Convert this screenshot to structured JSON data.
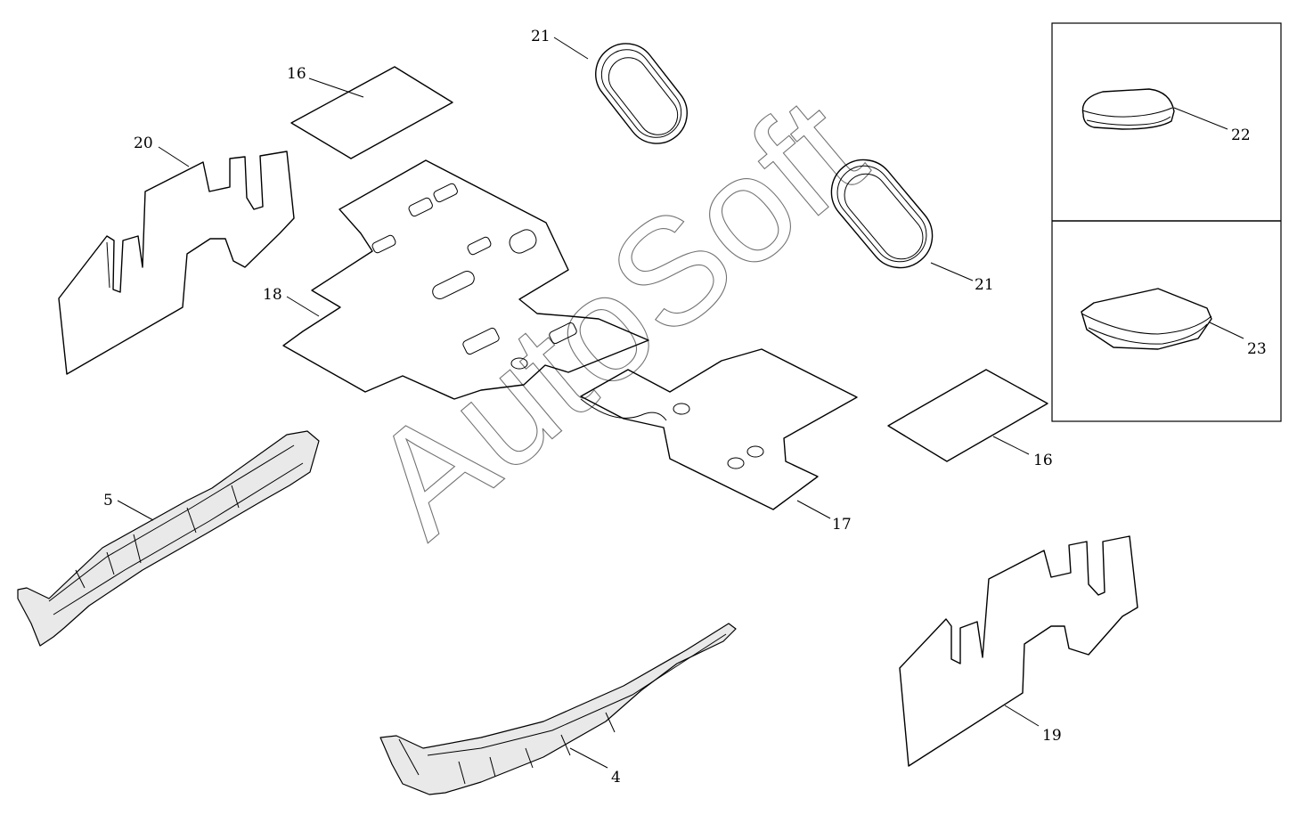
{
  "watermark": {
    "text": "AutoSoft"
  },
  "callouts": {
    "c16_top": "16",
    "c20": "20",
    "c21_top": "21",
    "c18": "18",
    "c21_right": "21",
    "c22": "22",
    "c23": "23",
    "c16_right": "16",
    "c17": "17",
    "c5": "5",
    "c4": "4",
    "c19": "19"
  },
  "colors": {
    "line": "#000000",
    "background": "#ffffff",
    "watermark": "#555555"
  }
}
